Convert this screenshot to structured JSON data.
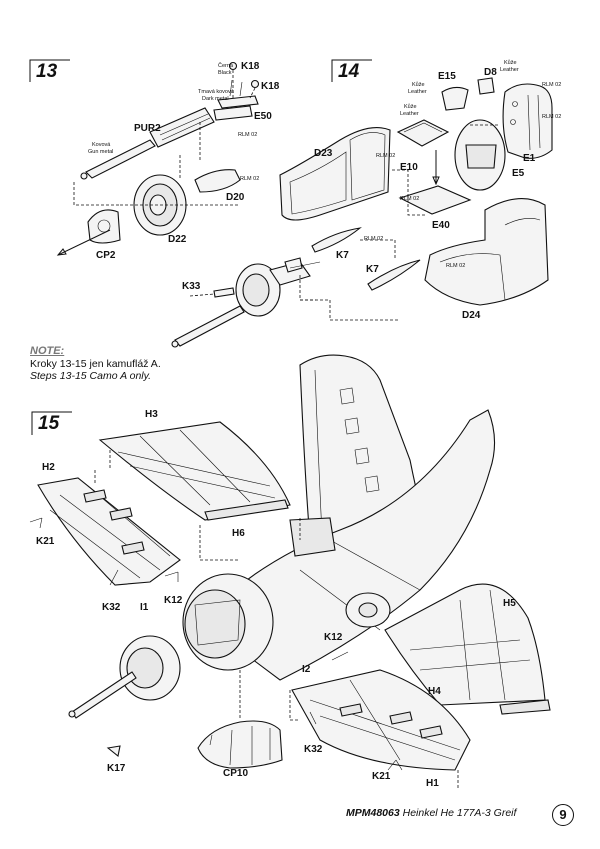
{
  "steps": {
    "s13": {
      "number": "13"
    },
    "s14": {
      "number": "14"
    },
    "s15": {
      "number": "15"
    }
  },
  "note": {
    "heading": "NOTE:",
    "cz": "Kroky 13-15 jen kamufláž A.",
    "en": "Steps 13-15 Camo A only."
  },
  "labels13": {
    "cerna": "Černá",
    "black": "Black",
    "k18a": "K18",
    "k18b": "K18",
    "tmave": "Tmavá kovová",
    "darkmetal": "Dark metal",
    "e50": "E50",
    "rlm02a": "RLM 02",
    "pur2": "PUR2",
    "kovova": "Kovová",
    "gunmetal": "Gun metal",
    "rlm02b": "RLM 02",
    "d20": "D20",
    "d22": "D22",
    "cp2": "CP2",
    "k33": "K33"
  },
  "labels14": {
    "e15": "E15",
    "kuze1": "Kůže",
    "leather1": "Leather",
    "d8": "D8",
    "kuze2": "Kůže",
    "leather2": "Leather",
    "rlm02a": "RLM 02",
    "rlm02b": "RLM 02",
    "kuze3": "Kůže",
    "leather3": "Leather",
    "d23": "D23",
    "rlm02c": "RLM 02",
    "e10": "E10",
    "e1": "E1",
    "e5": "E5",
    "rlm02d": "RLM 02",
    "e40": "E40",
    "rlm02e": "RLM 02",
    "k7a": "K7",
    "k7b": "K7",
    "rlm02f": "RLM 02",
    "d24": "D24"
  },
  "labels15": {
    "h3": "H3",
    "h2": "H2",
    "k21a": "K21",
    "h6": "H6",
    "k32a": "K32",
    "i1": "I1",
    "k12a": "K12",
    "h5": "H5",
    "k12b": "K12",
    "i2": "I2",
    "h4": "H4",
    "k32b": "K32",
    "k21b": "K21",
    "h1": "H1",
    "k17": "K17",
    "cp10": "CP10"
  },
  "footer": {
    "code": "MPM48063",
    "title": "Heinkel He 177A-3 Greif",
    "page": "9"
  }
}
